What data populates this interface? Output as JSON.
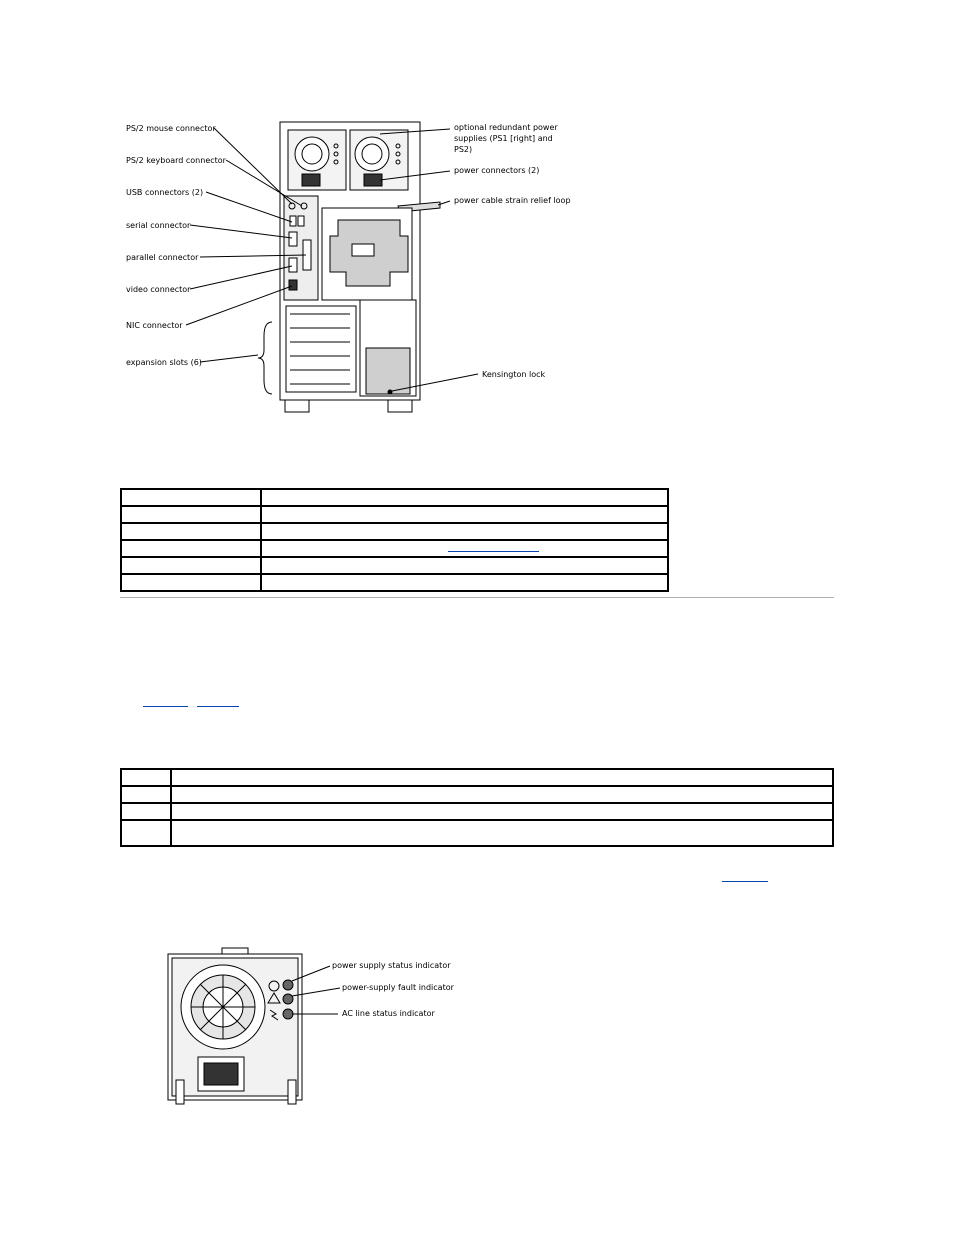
{
  "figure1": {
    "callouts_left": [
      "PS/2 mouse connector",
      "PS/2 keyboard connector",
      "USB connectors (2)",
      "serial connector",
      "parallel connector",
      "video connector",
      "NIC connector",
      "expansion slots (6)"
    ],
    "callouts_right": {
      "psu_line1": "optional redundant power",
      "psu_line2": "supplies (PS1 [right] and",
      "psu_line3": "PS2)",
      "power_connectors": "power connectors (2)",
      "strain_relief": "power cable strain relief loop",
      "kensington": "Kensington lock"
    }
  },
  "table1": {
    "rows": 6
  },
  "table2": {
    "rows": 4
  },
  "figure2": {
    "callouts": [
      "power supply status indicator",
      "power-supply fault indicator",
      "AC line status indicator"
    ]
  }
}
